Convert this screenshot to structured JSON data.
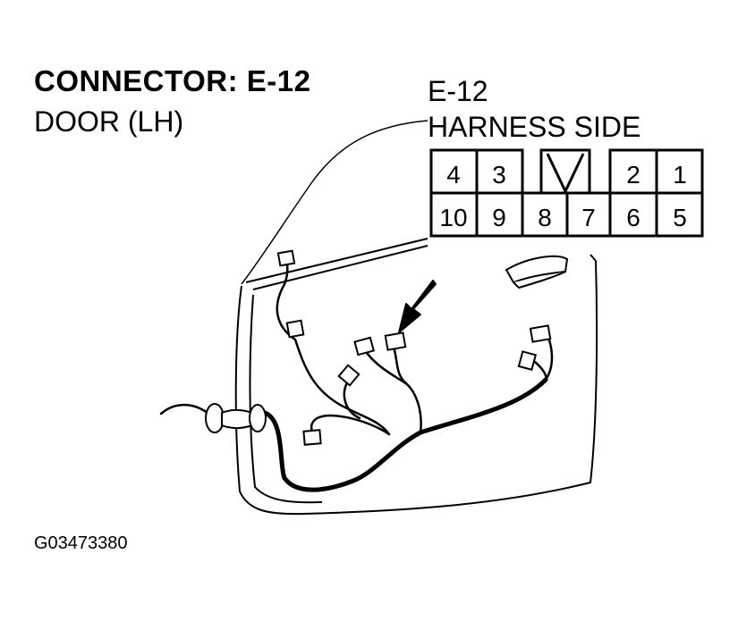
{
  "header": {
    "title": "CONNECTOR: E-12",
    "subtitle": "DOOR (LH)"
  },
  "connector": {
    "id": "E-12",
    "side": "HARNESS SIDE",
    "top_row": [
      "4",
      "3",
      "2",
      "1"
    ],
    "bottom_row": [
      "10",
      "9",
      "8",
      "7",
      "6",
      "5"
    ]
  },
  "footer": {
    "figure_code": "G03473380"
  }
}
